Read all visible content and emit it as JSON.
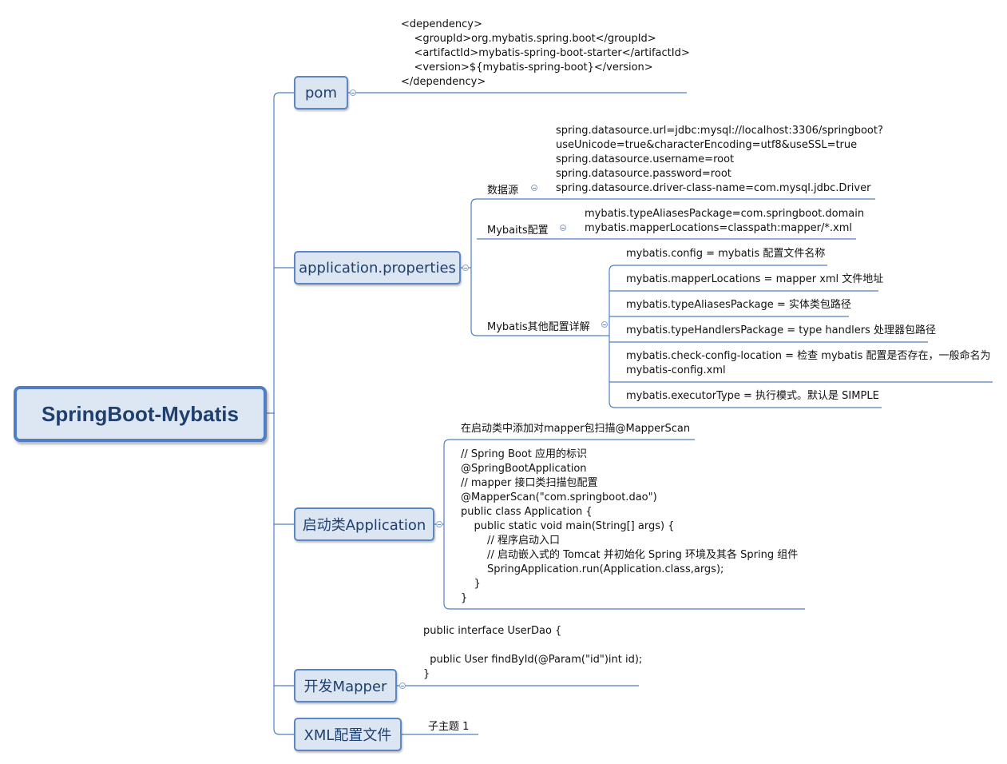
{
  "root": {
    "label": "SpringBoot-Mybatis"
  },
  "colors": {
    "line": "#4f7fc2",
    "node_fill": "#dce6f2",
    "node_border": "#5b87c4"
  },
  "branches": {
    "pom": {
      "label": "pom",
      "note": "<dependency>\n    <groupId>org.mybatis.spring.boot</groupId>\n    <artifactId>mybatis-spring-boot-starter</artifactId>\n    <version>${mybatis-spring-boot}</version>\n</dependency>"
    },
    "app_props": {
      "label": "application.properties",
      "datasource": {
        "label": "数据源",
        "note": "spring.datasource.url=jdbc:mysql://localhost:3306/springboot?\nuseUnicode=true&characterEncoding=utf8&useSSL=true\nspring.datasource.username=root\nspring.datasource.password=root\nspring.datasource.driver-class-name=com.mysql.jdbc.Driver"
      },
      "mybatis_config": {
        "label": "Mybaits配置",
        "note": "mybatis.typeAliasesPackage=com.springboot.domain\nmybatis.mapperLocations=classpath:mapper/*.xml"
      },
      "mybatis_other": {
        "label": "Mybatis其他配置详解",
        "items": [
          "mybatis.config = mybatis 配置文件名称",
          "mybatis.mapperLocations = mapper xml 文件地址",
          "mybatis.typeAliasesPackage = 实体类包路径",
          "mybatis.typeHandlersPackage = type handlers 处理器包路径",
          "mybatis.check-config-location = 检查 mybatis 配置是否存在，一般命名为\nmybatis-config.xml",
          "mybatis.executorType = 执行模式。默认是 SIMPLE"
        ]
      }
    },
    "startup": {
      "label": "启动类Application",
      "title": "在启动类中添加对mapper包扫描@MapperScan",
      "code": "// Spring Boot 应用的标识\n@SpringBootApplication\n// mapper 接口类扫描包配置\n@MapperScan(\"com.springboot.dao\")\npublic class Application {\n    public static void main(String[] args) {\n        // 程序启动入口\n        // 启动嵌入式的 Tomcat 并初始化 Spring 环境及其各 Spring 组件\n        SpringApplication.run(Application.class,args);\n    }\n}"
    },
    "mapper": {
      "label": "开发Mapper",
      "code": "public interface UserDao {\n\n  public User findById(@Param(\"id\")int id);\n}"
    },
    "xml": {
      "label": "XML配置文件",
      "child": "子主题 1"
    }
  }
}
